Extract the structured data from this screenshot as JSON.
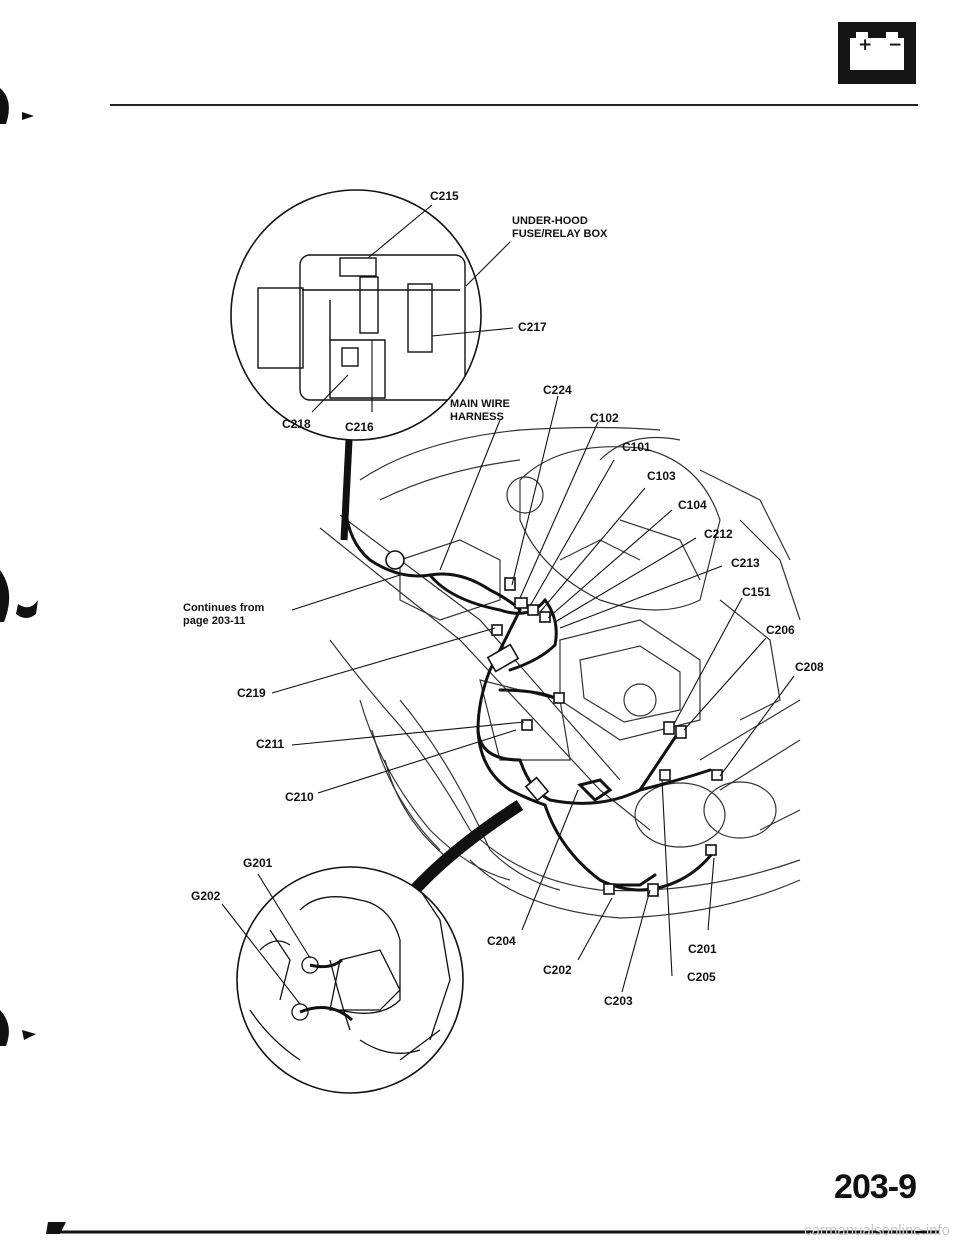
{
  "header": {
    "battery_icon": "battery-icon",
    "plus_sign": "+",
    "minus_sign": "−"
  },
  "labels": {
    "c215": "C215",
    "under_hood_box": "UNDER-HOOD\nFUSE/RELAY BOX",
    "c217": "C217",
    "c218": "C218",
    "c216": "C216",
    "c224": "C224",
    "main_wire_harness": "MAIN WIRE\nHARNESS",
    "c102": "C102",
    "c101": "C101",
    "c103": "C103",
    "c104": "C104",
    "c212": "C212",
    "c213": "C213",
    "c151": "C151",
    "continues_from": "Continues from\npage 203-11",
    "c206": "C206",
    "c208": "C208",
    "c219": "C219",
    "c211": "C211",
    "c210": "C210",
    "g201": "G201",
    "g202": "G202",
    "c204": "C204",
    "c201": "C201",
    "c202": "C202",
    "c205": "C205",
    "c203": "C203"
  },
  "footer": {
    "page_number": "203-9",
    "watermark": "carmanualsonline.info"
  }
}
